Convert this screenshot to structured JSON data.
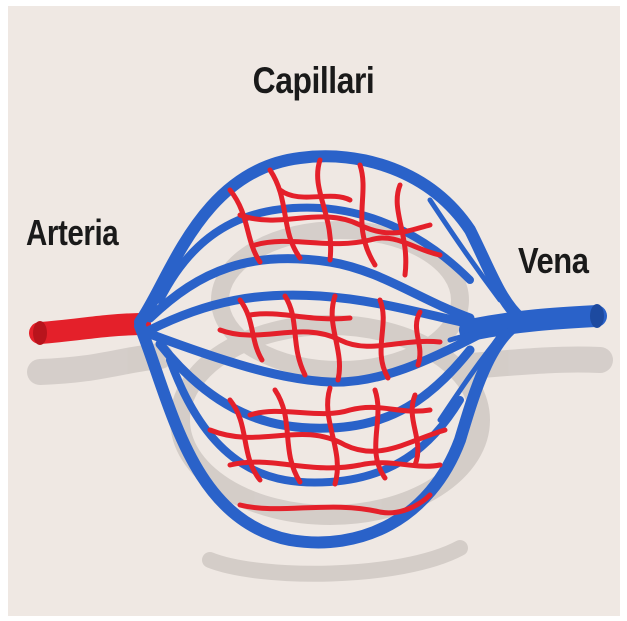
{
  "diagram": {
    "title": "Capillari",
    "left_label": "Arteria",
    "right_label": "Vena"
  },
  "colors": {
    "background": "#efe8e3",
    "artery": "#e4202a",
    "artery_dark": "#b8141c",
    "vein": "#2a62c9",
    "shadow": "#cfc8c3",
    "text": "#1a1a1a"
  }
}
